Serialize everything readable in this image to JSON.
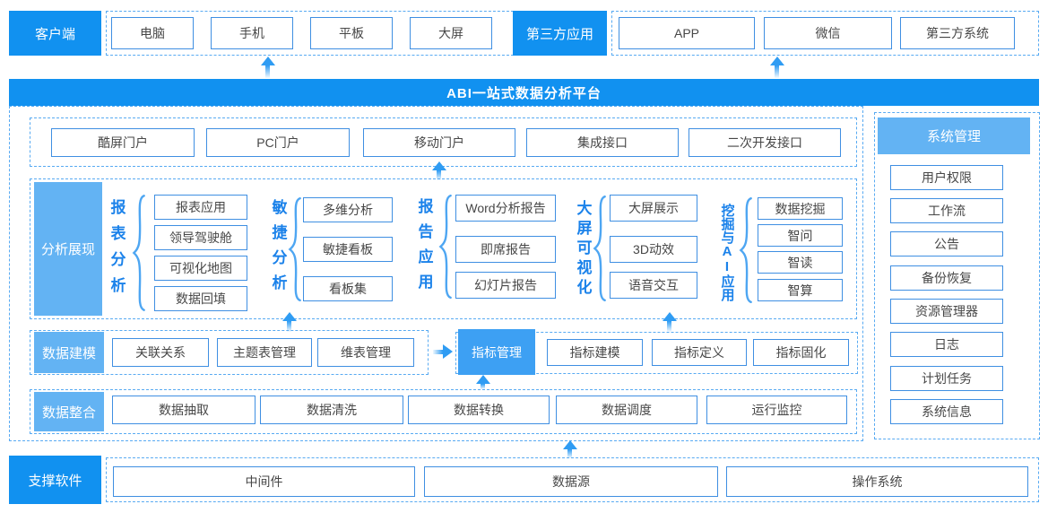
{
  "colors": {
    "accent": "#1191f0",
    "accent_light": "#63b3f3",
    "highlight": "#3da0f3",
    "box_border": "#3f8fe2",
    "dash_border": "#58aaf2",
    "arrow": "#2f9cf3",
    "group_label_text": "#1b82ea",
    "box_text": "#474747"
  },
  "top": {
    "client": {
      "label": "客户端",
      "items": [
        "电脑",
        "手机",
        "平板",
        "大屏"
      ]
    },
    "third_party": {
      "label": "第三方应用",
      "items": [
        "APP",
        "微信",
        "第三方系统"
      ]
    }
  },
  "banner": {
    "title": "ABI一站式数据分析平台"
  },
  "portal": {
    "items": [
      "酷屏门户",
      "PC门户",
      "移动门户",
      "集成接口",
      "二次开发接口"
    ]
  },
  "analysis": {
    "label": "分析展现",
    "groups": [
      {
        "name": "报表分析",
        "items": [
          "报表应用",
          "领导驾驶舱",
          "可视化地图",
          "数据回填"
        ]
      },
      {
        "name": "敏捷分析",
        "items": [
          "多维分析",
          "敏捷看板",
          "看板集"
        ]
      },
      {
        "name": "报告应用",
        "items": [
          "Word分析报告",
          "即席报告",
          "幻灯片报告"
        ]
      },
      {
        "name": "大屏可视化",
        "items": [
          "大屏展示",
          "3D动效",
          "语音交互"
        ]
      },
      {
        "name": "挖掘与AI应用",
        "items": [
          "数据挖掘",
          "智问",
          "智读",
          "智算"
        ]
      }
    ]
  },
  "modeling": {
    "label": "数据建模",
    "items": [
      "关联关系",
      "主题表管理",
      "维表管理"
    ],
    "highlight": "指标管理",
    "indicator_items": [
      "指标建模",
      "指标定义",
      "指标固化"
    ]
  },
  "integration": {
    "label": "数据整合",
    "items": [
      "数据抽取",
      "数据清洗",
      "数据转换",
      "数据调度",
      "运行监控"
    ]
  },
  "system": {
    "label": "系统管理",
    "items": [
      "用户权限",
      "工作流",
      "公告",
      "备份恢复",
      "资源管理器",
      "日志",
      "计划任务",
      "系统信息"
    ]
  },
  "support": {
    "label": "支撑软件",
    "items": [
      "中间件",
      "数据源",
      "操作系统"
    ]
  }
}
